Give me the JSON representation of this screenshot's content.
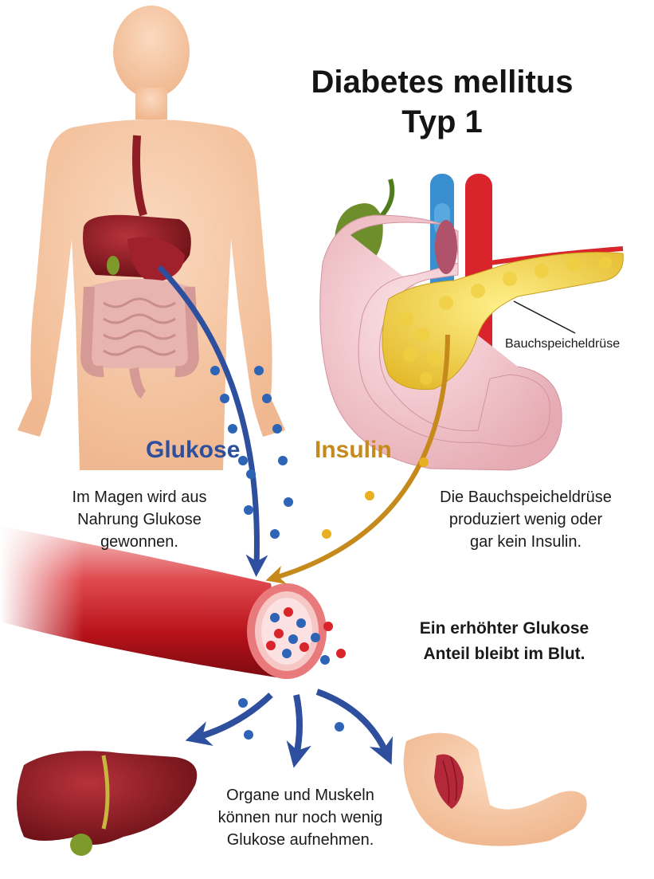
{
  "title": {
    "line1": "Diabetes mellitus",
    "line2": "Typ 1"
  },
  "labels": {
    "glukose": "Glukose",
    "insulin": "Insulin",
    "pancreas": "Bauchspeicheldrüse"
  },
  "captions": {
    "stomach": [
      "Im Magen wird aus",
      "Nahrung Glukose",
      "gewonnen."
    ],
    "pancreas": [
      "Die Bauchspeicheldrüse",
      "produziert wenig oder",
      "gar kein Insulin."
    ],
    "blood": [
      "Ein erhöhter Glukose",
      "Anteil bleibt im Blut."
    ],
    "organs": [
      "Organe und Muskeln",
      "können nur noch wenig",
      "Glukose aufnehmen."
    ]
  },
  "colors": {
    "glucose_blue": "#2e4f9e",
    "insulin_gold": "#c68a1c",
    "blood_red": "#c8161d",
    "skin": "#f5c9a8",
    "liver": "#8e1c24",
    "pancreas": "#f3d54a"
  },
  "icons": [
    "body-figure",
    "digestive-organs",
    "pancreas-with-duodenum",
    "blood-vessel",
    "liver",
    "arm-muscle"
  ]
}
